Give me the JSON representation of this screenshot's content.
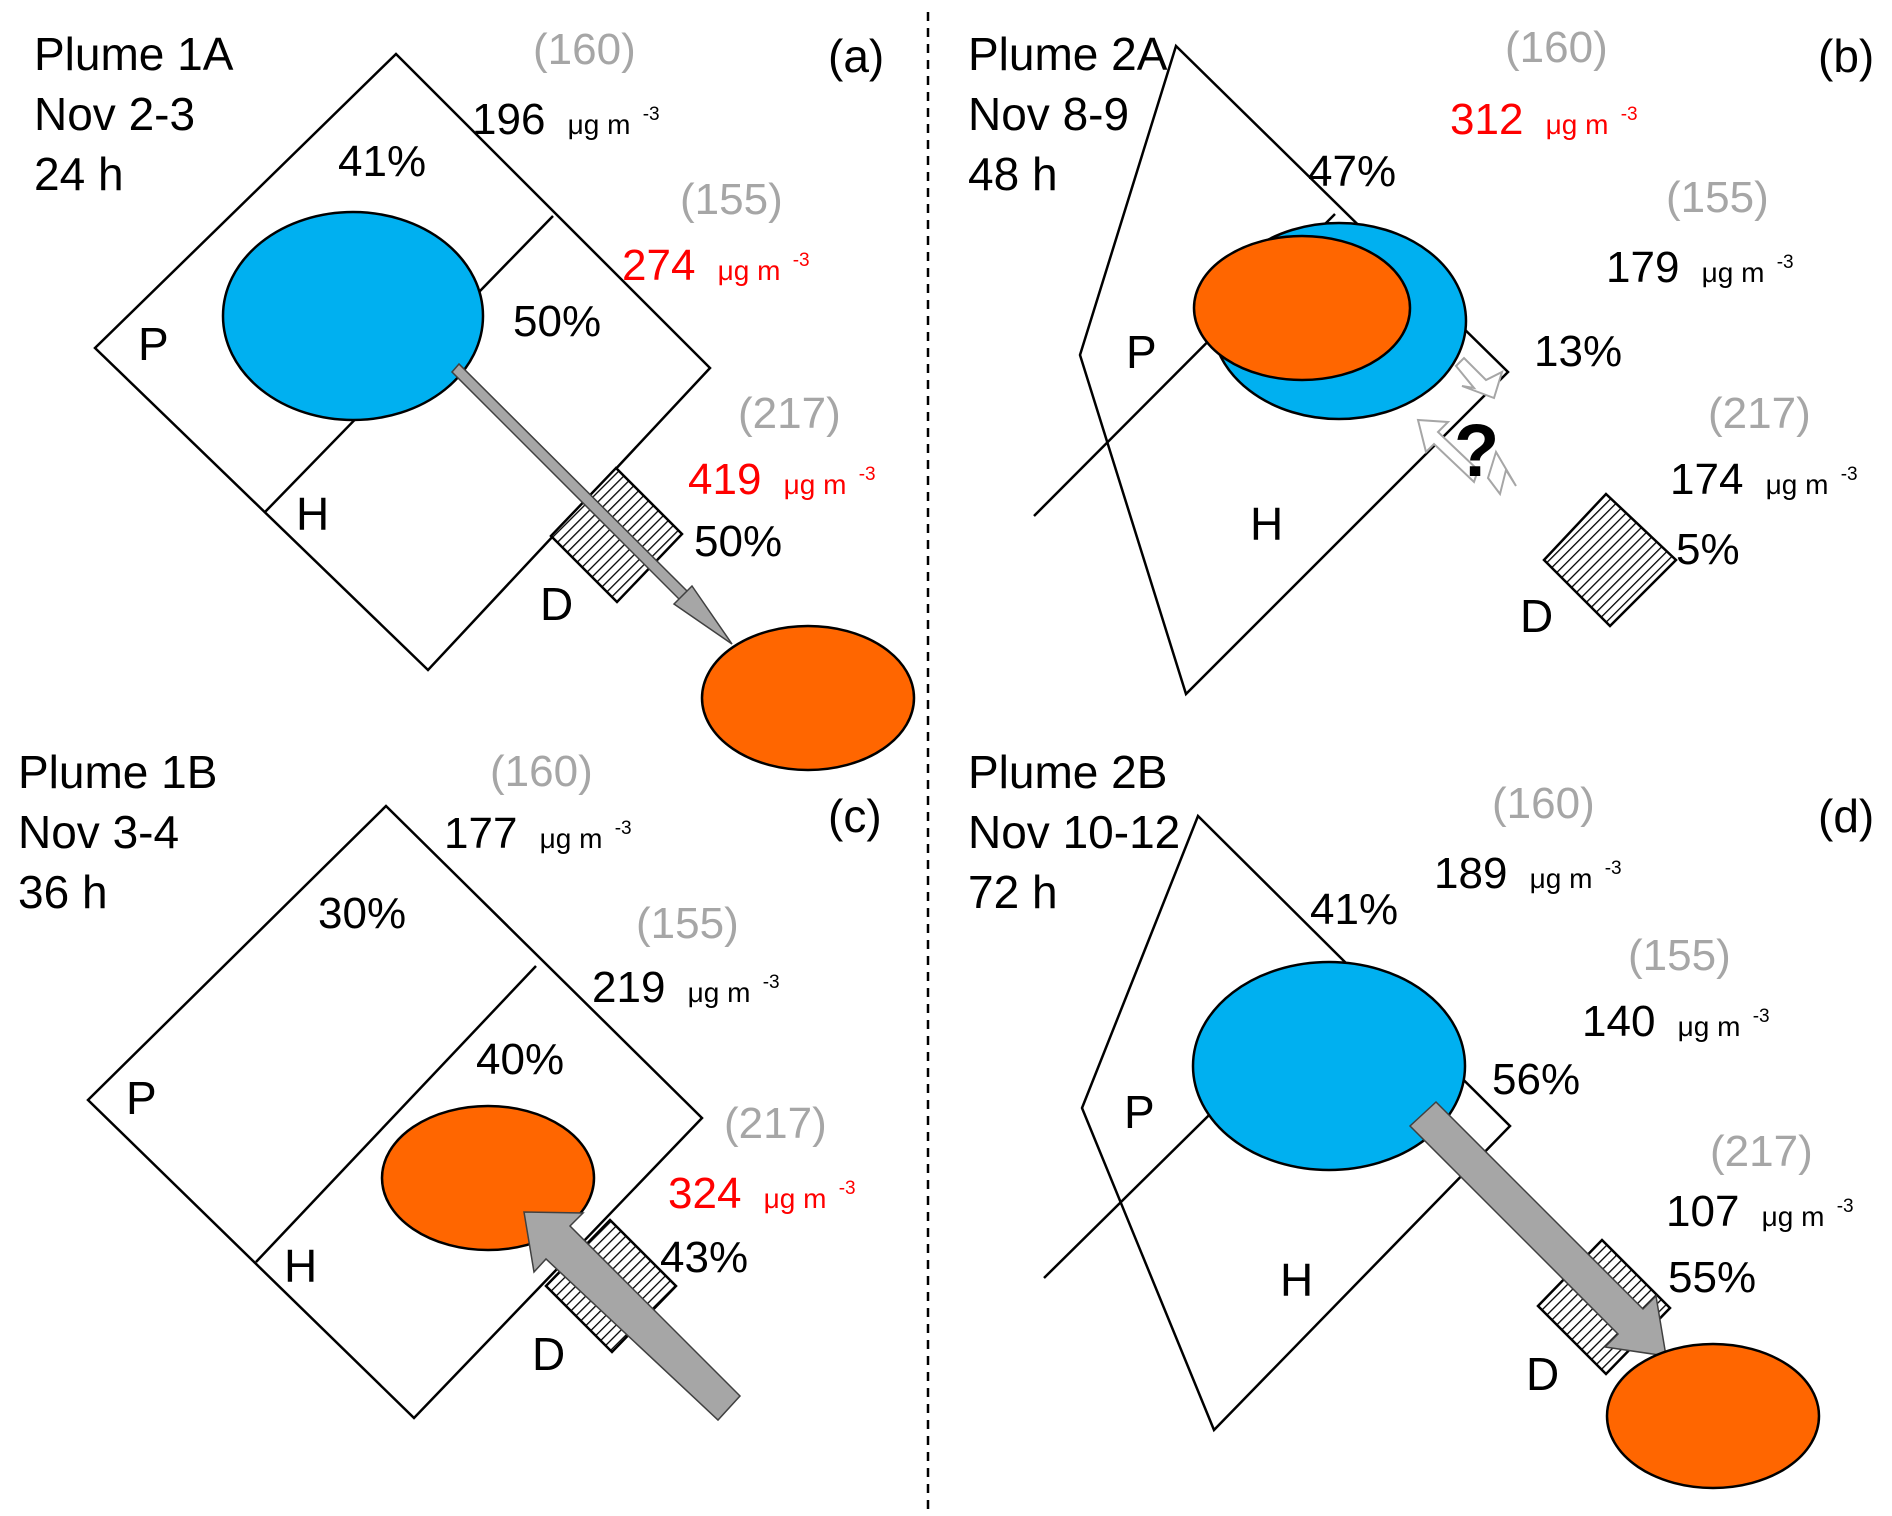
{
  "colors": {
    "blue": "#00b0f0",
    "orange": "#ff6600",
    "arrow_gray": "#a6a6a6",
    "red": "#ff0000",
    "ref_gray": "#a6a6a6"
  },
  "unit": {
    "base": "μg m",
    "exp": "-3"
  },
  "letters": {
    "P": "P",
    "H": "H",
    "D": "D"
  },
  "panels": [
    {
      "name": "Plume 1A",
      "date": "Nov 2-3",
      "duration": "24 h",
      "tag": "(a)",
      "p_pct": "41%",
      "h_pct": "50%",
      "d_pct": "50%",
      "p_ref": "(160)",
      "p_val": "196",
      "p_red": false,
      "h_ref": "(155)",
      "h_val": "274",
      "h_red": true,
      "d_ref": "(217)",
      "d_val": "419",
      "d_red": true
    },
    {
      "name": "Plume 2A",
      "date": "Nov 8-9",
      "duration": "48 h",
      "tag": "(b)",
      "p_pct": "47%",
      "h_pct": "13%",
      "d_pct": "5%",
      "p_ref": "(160)",
      "p_val": "312",
      "p_red": true,
      "h_ref": "(155)",
      "h_val": "179",
      "h_red": false,
      "d_ref": "(217)",
      "d_val": "174",
      "d_red": false,
      "question": "?"
    },
    {
      "name": "Plume 1B",
      "date": "Nov 3-4",
      "duration": "36 h",
      "tag": "(c)",
      "p_pct": "30%",
      "h_pct": "40%",
      "d_pct": "43%",
      "p_ref": "(160)",
      "p_val": "177",
      "p_red": false,
      "h_ref": "(155)",
      "h_val": "219",
      "h_red": false,
      "d_ref": "(217)",
      "d_val": "324",
      "d_red": true
    },
    {
      "name": "Plume 2B",
      "date": "Nov 10-12",
      "duration": "72 h",
      "tag": "(d)",
      "p_pct": "41%",
      "h_pct": "56%",
      "d_pct": "55%",
      "p_ref": "(160)",
      "p_val": "189",
      "p_red": false,
      "h_ref": "(155)",
      "h_val": "140",
      "h_red": false,
      "d_ref": "(217)",
      "d_val": "107",
      "d_red": false
    }
  ]
}
